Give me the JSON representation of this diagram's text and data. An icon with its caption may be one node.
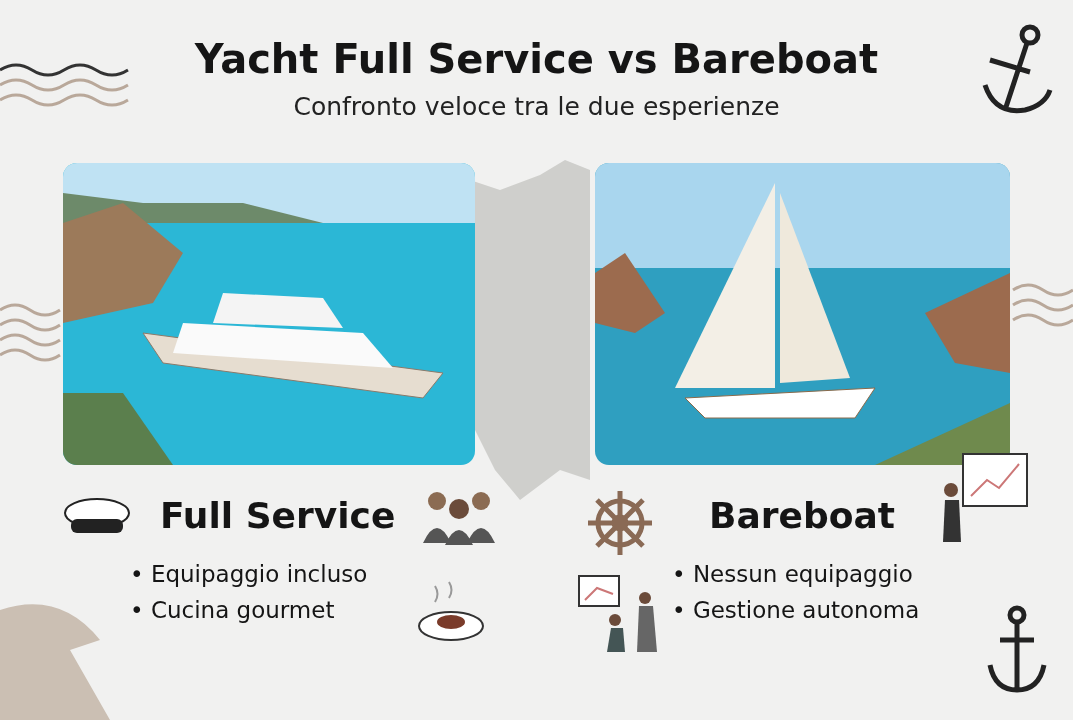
{
  "diagram": {
    "title": "Yacht Full Service vs Bareboat",
    "nodes": [
      {
        "text": [
          "Full Service",
          "• Equipaggio incluso",
          "• Cucina gourmet"
        ]
      },
      {
        "text": [
          "Bareboat",
          "• Nessun equipaggio",
          "• Gestione autonoma"
        ]
      }
    ],
    "labels": [
      "Confronto veloce tra le due esperienze"
    ]
  }
}
